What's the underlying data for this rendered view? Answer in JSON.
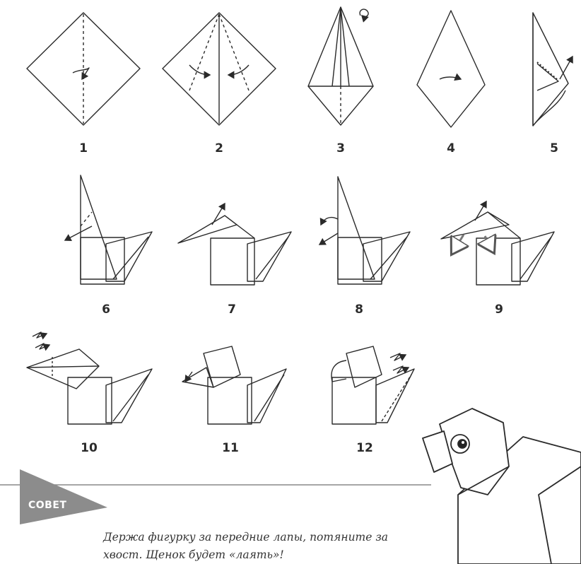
{
  "steps": [
    {
      "id": 1,
      "label": "1"
    },
    {
      "id": 2,
      "label": "2"
    },
    {
      "id": 3,
      "label": "3"
    },
    {
      "id": 4,
      "label": "4"
    },
    {
      "id": 5,
      "label": "5"
    },
    {
      "id": 6,
      "label": "6"
    },
    {
      "id": 7,
      "label": "7"
    },
    {
      "id": 8,
      "label": "8"
    },
    {
      "id": 9,
      "label": "9"
    },
    {
      "id": 10,
      "label": "10"
    },
    {
      "id": 11,
      "label": "11"
    },
    {
      "id": 12,
      "label": "12"
    }
  ],
  "tip": {
    "label": "СОВЕТ",
    "line1": "Держа фигурку за передние лапы, потяните за",
    "line2": "хвост. Щенок будет «лаять»!"
  },
  "colors": {
    "line": "#2a2a2a",
    "tip_badge": "#8c8c8c",
    "arrow_fill": "#9a9a9a"
  }
}
